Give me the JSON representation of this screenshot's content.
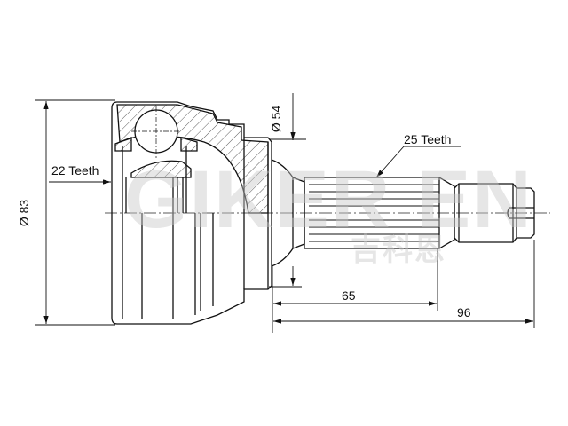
{
  "drawing": {
    "type": "CV joint technical drawing",
    "dimensions": {
      "outer_diameter": "Ø 83",
      "bell_neck_diameter": "Ø 54",
      "inner_spline": "22 Teeth",
      "outer_spline": "25 Teeth",
      "spline_length": "65",
      "total_shaft_length": "96"
    },
    "watermark": {
      "latin": "GIKER EN",
      "chinese": "吉科恩"
    }
  }
}
